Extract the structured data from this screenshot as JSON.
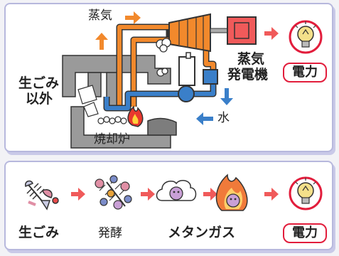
{
  "top": {
    "steam": "蒸気",
    "generator_line1": "蒸気",
    "generator_line2": "発電機",
    "power": "電力",
    "garbage_line1": "生ごみ",
    "garbage_line2": "以外",
    "water": "水",
    "incinerator": "焼却炉"
  },
  "bottom": {
    "step1": "生ごみ",
    "step2": "発酵",
    "step3": "メタンガス",
    "power": "電力"
  },
  "colors": {
    "steam_pipe": "#f2892c",
    "water_pipe": "#3a7fc9",
    "arrow_orange": "#f2892c",
    "arrow_red": "#f05a5a",
    "arrow_blue": "#3a7fc9",
    "badge_border": "#e21d3c",
    "panel_border": "#b7b8dd"
  }
}
